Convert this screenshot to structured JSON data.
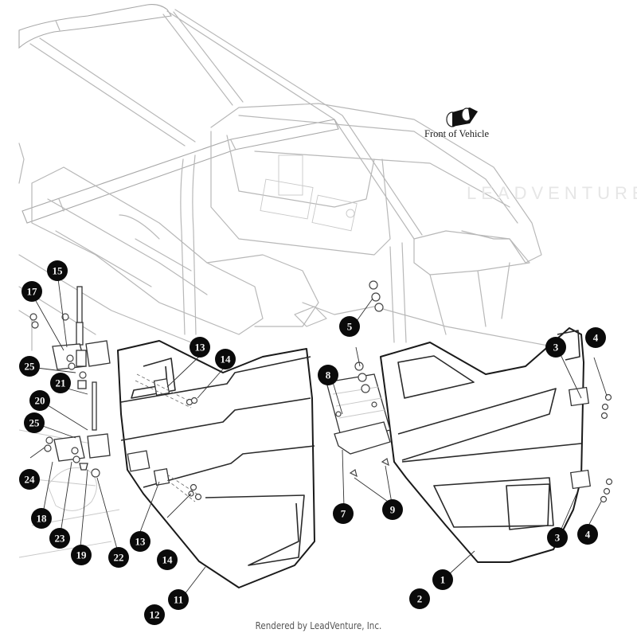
{
  "diagram": {
    "title": "Door Assembly Exploded View",
    "orientation_label": "Front of Vehicle",
    "watermark": "LEADVENTURE",
    "footer": "Rendered by LeadVenture, Inc.",
    "colors": {
      "callout_fill": "#0a0a0a",
      "callout_text": "#f2f2f2",
      "door_outline": "#1a1a1a",
      "frame_outline": "#b8b8b8"
    },
    "callouts": [
      {
        "id": "c1",
        "number": "1"
      },
      {
        "id": "c2",
        "number": "2"
      },
      {
        "id": "c3a",
        "number": "3"
      },
      {
        "id": "c3b",
        "number": "3"
      },
      {
        "id": "c4a",
        "number": "4"
      },
      {
        "id": "c4b",
        "number": "4"
      },
      {
        "id": "c5",
        "number": "5"
      },
      {
        "id": "c7",
        "number": "7"
      },
      {
        "id": "c8",
        "number": "8"
      },
      {
        "id": "c9",
        "number": "9"
      },
      {
        "id": "c11",
        "number": "11"
      },
      {
        "id": "c12",
        "number": "12"
      },
      {
        "id": "c13a",
        "number": "13"
      },
      {
        "id": "c13b",
        "number": "13"
      },
      {
        "id": "c14a",
        "number": "14"
      },
      {
        "id": "c14b",
        "number": "14"
      },
      {
        "id": "c15",
        "number": "15"
      },
      {
        "id": "c17",
        "number": "17"
      },
      {
        "id": "c18",
        "number": "18"
      },
      {
        "id": "c19",
        "number": "19"
      },
      {
        "id": "c20",
        "number": "20"
      },
      {
        "id": "c21",
        "number": "21"
      },
      {
        "id": "c22",
        "number": "22"
      },
      {
        "id": "c23",
        "number": "23"
      },
      {
        "id": "c24",
        "number": "24"
      },
      {
        "id": "c25a",
        "number": "25"
      },
      {
        "id": "c25b",
        "number": "25"
      }
    ]
  }
}
